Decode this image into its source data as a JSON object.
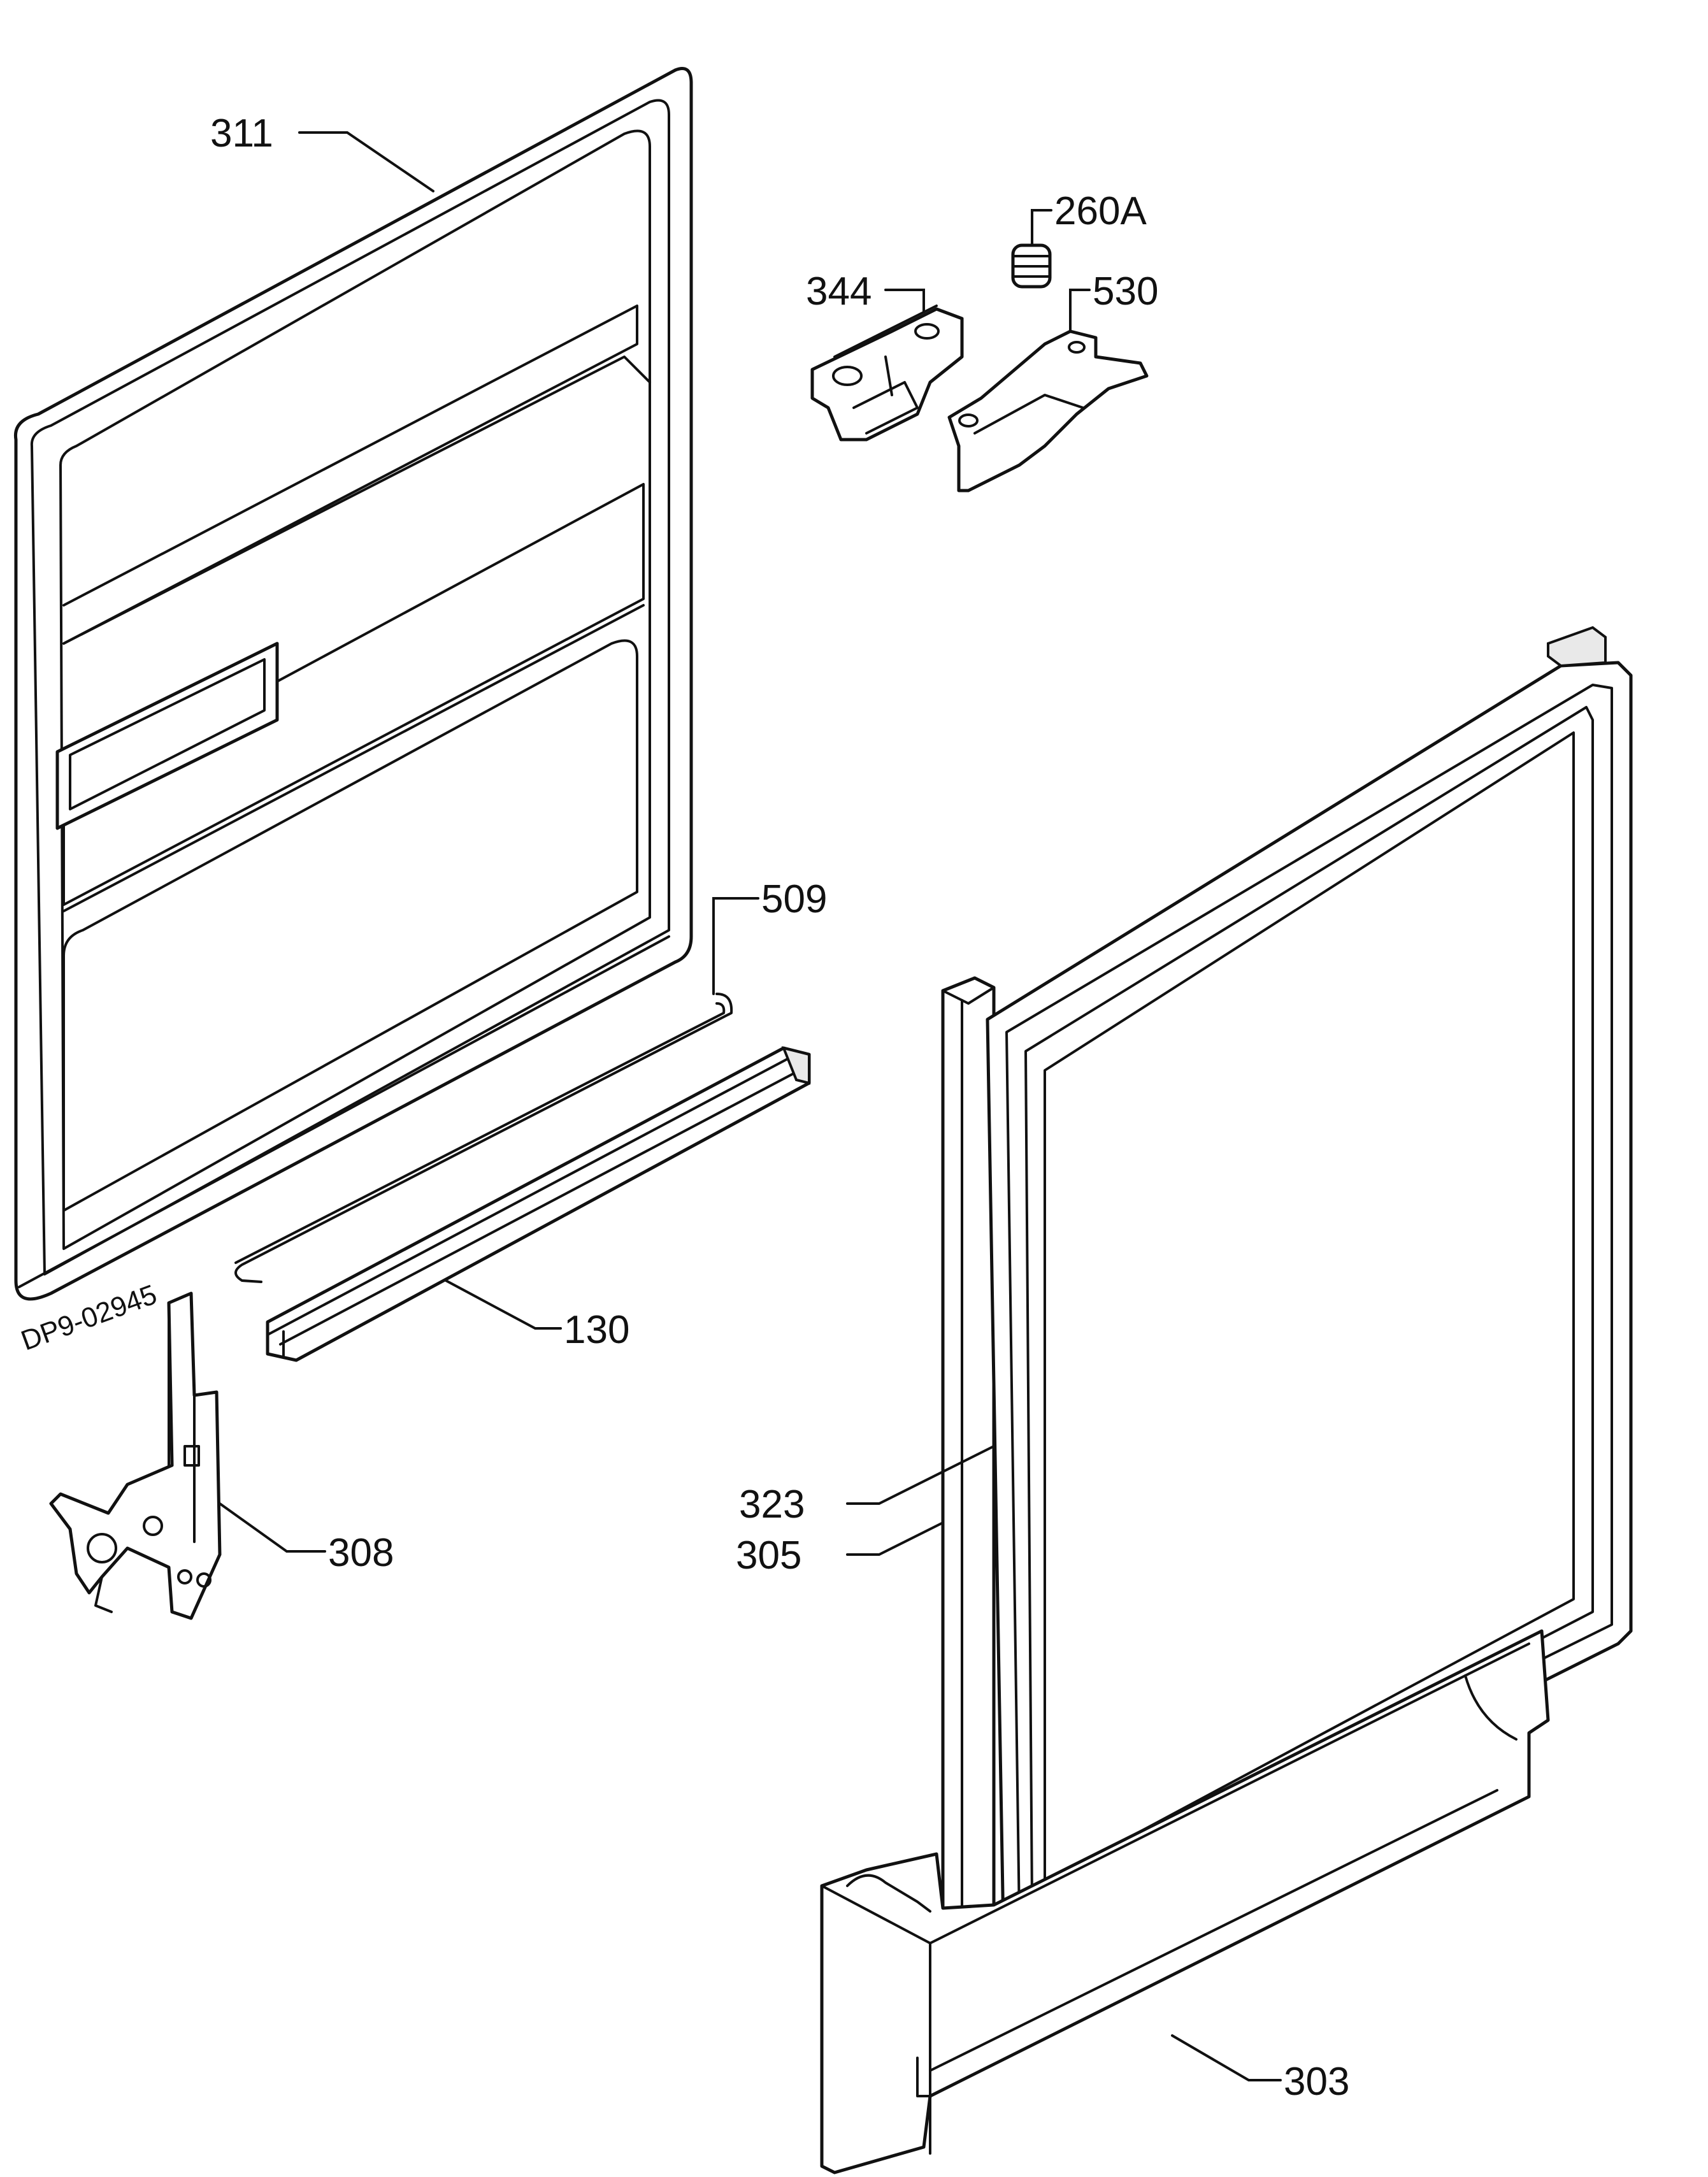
{
  "drawing_number": "DP9-02945",
  "callouts": [
    {
      "id": "311",
      "label": "311"
    },
    {
      "id": "260A",
      "label": "260A"
    },
    {
      "id": "344",
      "label": "344"
    },
    {
      "id": "530",
      "label": "530"
    },
    {
      "id": "509",
      "label": "509"
    },
    {
      "id": "130",
      "label": "130"
    },
    {
      "id": "308",
      "label": "308"
    },
    {
      "id": "323",
      "label": "323"
    },
    {
      "id": "305",
      "label": "305"
    },
    {
      "id": "303",
      "label": "303"
    }
  ],
  "colors": {
    "line": "#111111",
    "background": "#ffffff",
    "shade": "#e9e9e9"
  }
}
